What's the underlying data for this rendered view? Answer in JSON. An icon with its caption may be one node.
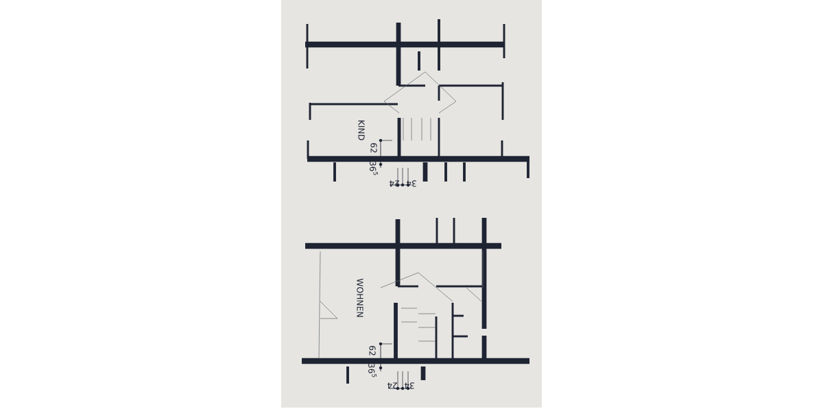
{
  "diagram": {
    "labels": [
      "KIND",
      "62",
      "36$^{5}$",
      "24",
      "34",
      "WOHNEN",
      "62",
      "36$^{5}$",
      "24",
      "34"
    ]
  }
}
